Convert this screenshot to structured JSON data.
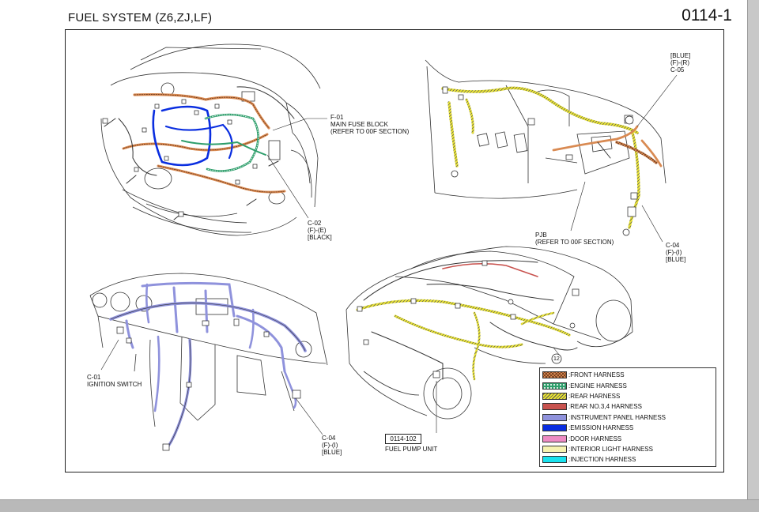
{
  "header": {
    "title": "FUEL SYSTEM (Z6,ZJ,LF)",
    "page_number": "0114-1"
  },
  "callouts": {
    "f01": "F-01\nMAIN FUSE BLOCK\n(REFER TO 00F SECTION)",
    "c02": "C-02\n(F)-(E)\n[BLACK]",
    "c05": "[BLUE]\n(F)-(R)\nC-05",
    "pjb": "PJB\n(REFER TO 00F SECTION)",
    "c04_top": "C-04\n(F)-(I)\n[BLUE]",
    "c01": "C-01\nIGNITION SWITCH",
    "c04_bottom": "C-04\n(F)-(I)\n[BLUE]",
    "part_ref": "0114-102",
    "fuel_pump": "FUEL PUMP UNIT",
    "circle_12": "12"
  },
  "legend": [
    {
      "label": ":FRONT HARNESS",
      "color": "#d98a52",
      "pattern": "crosshatch"
    },
    {
      "label": ":ENGINE HARNESS",
      "color": "#2e9e6b",
      "pattern": "dots"
    },
    {
      "label": ":REAR HARNESS",
      "color": "#e9e332",
      "pattern": "stripes"
    },
    {
      "label": ":REAR NO.3,4 HARNESS",
      "color": "#c8524e",
      "pattern": "solid"
    },
    {
      "label": ":INSTRUMENT PANEL HARNESS",
      "color": "#8f92dc",
      "pattern": "solid"
    },
    {
      "label": ":EMISSION HARNESS",
      "color": "#0a2ee0",
      "pattern": "solid"
    },
    {
      "label": ":DOOR HARNESS",
      "color": "#ee8cc4",
      "pattern": "solid"
    },
    {
      "label": ":INTERIOR LIGHT HARNESS",
      "color": "#f6f3b0",
      "pattern": "solid"
    },
    {
      "label": ":INJECTION HARNESS",
      "color": "#19e2ee",
      "pattern": "solid"
    }
  ]
}
